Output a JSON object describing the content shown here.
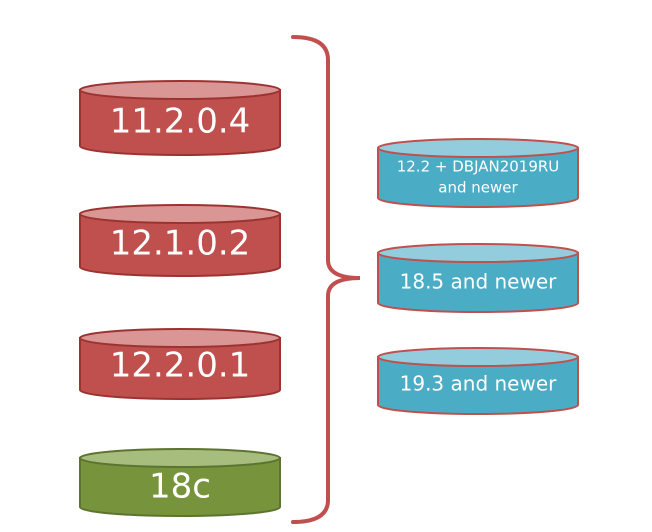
{
  "source_versions": [
    {
      "label": "11.2.0.4",
      "color": "#c0504d"
    },
    {
      "label": "12.1.0.2",
      "color": "#c0504d"
    },
    {
      "label": "12.2.0.1",
      "color": "#c0504d"
    },
    {
      "label": "18c",
      "color": "#77933c"
    }
  ],
  "target_versions": [
    {
      "label_line1": "12.2 + DBJAN2019RU",
      "label_line2": "and newer",
      "color": "#4bacc6"
    },
    {
      "label_line1": "18.5 and newer",
      "color": "#4bacc6"
    },
    {
      "label_line1": "19.3 and newer",
      "color": "#4bacc6"
    }
  ],
  "colors": {
    "red_body": "#c0504d",
    "red_top": "#d99694",
    "red_border": "#9b3431",
    "green_body": "#77933c",
    "green_top": "#a6bd7e",
    "green_border": "#5d7330",
    "blue_body": "#4bacc6",
    "blue_top": "#93cddd",
    "blue_border": "#c0504d",
    "brace": "#c0504d"
  }
}
